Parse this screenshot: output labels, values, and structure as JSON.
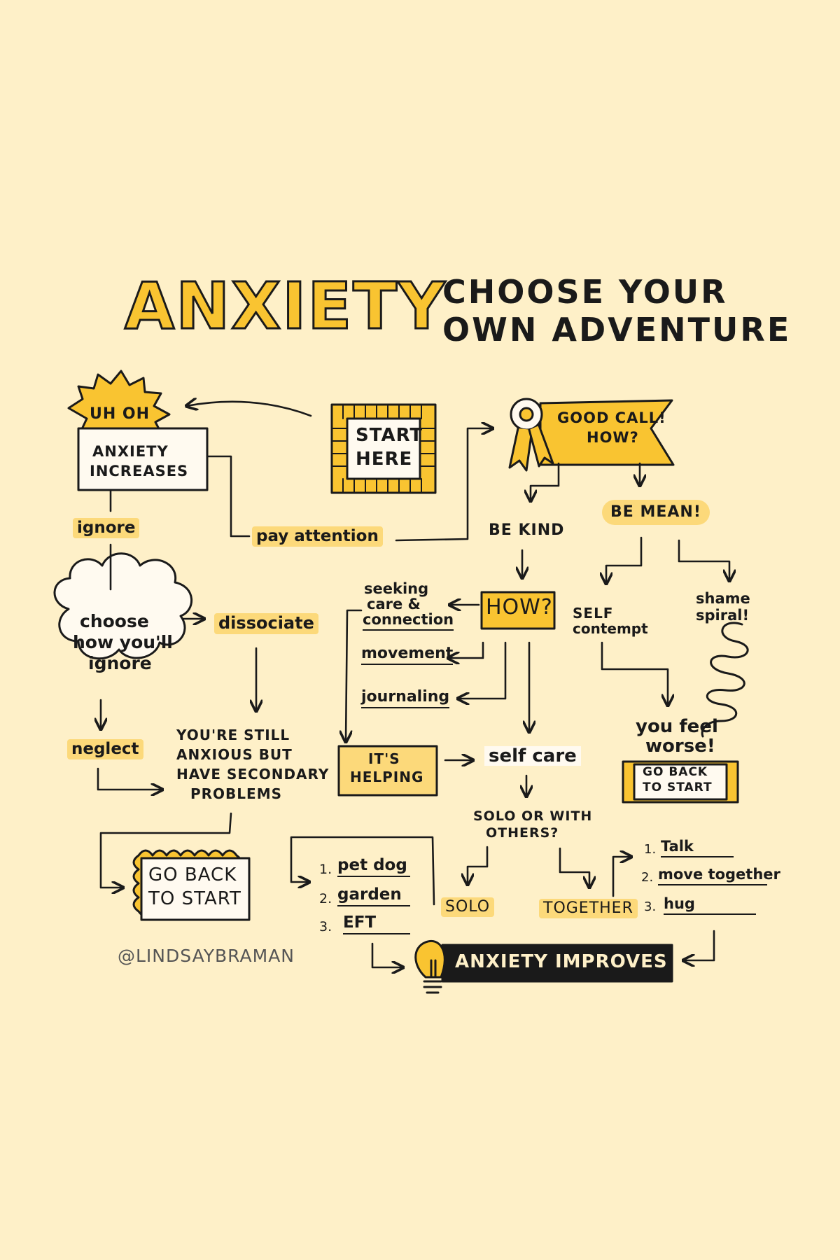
{
  "title": {
    "main": "ANXIETY",
    "sub_line1": "CHOOSE YOUR",
    "sub_line2": "OWN ADVENTURE"
  },
  "nodes": {
    "uh_oh": "UH OH",
    "anxiety_increases_1": "ANXIETY",
    "anxiety_increases_2": "INCREASES",
    "start_here_1": "START",
    "start_here_2": "HERE",
    "good_call_1": "GOOD CALL!",
    "good_call_2": "HOW?",
    "ignore": "ignore",
    "pay_attention": "pay attention",
    "be_kind": "BE KIND",
    "be_mean": "BE MEAN!",
    "choose_1": "choose",
    "choose_2": "how you'll",
    "choose_3": "ignore",
    "dissociate": "dissociate",
    "seeking_1": "seeking",
    "seeking_2": "care &",
    "seeking_3": "connection",
    "how": "HOW?",
    "self_contempt_1": "SELF",
    "self_contempt_2": "contempt",
    "shame_1": "shame",
    "shame_2": "spiral!",
    "movement": "movement",
    "journaling": "journaling",
    "neglect": "neglect",
    "still_anxious_1": "YOU'RE STILL",
    "still_anxious_2": "ANXIOUS BUT",
    "still_anxious_3": "HAVE SECONDARY",
    "still_anxious_4": "PROBLEMS",
    "its_helping_1": "IT'S",
    "its_helping_2": "HELPING",
    "self_care": "self care",
    "feel_worse_1": "you feel",
    "feel_worse_2": "worse!",
    "go_back_small_1": "GO BACK",
    "go_back_small_2": "TO START",
    "solo_or_1": "SOLO OR WITH",
    "solo_or_2": "OTHERS?",
    "go_back_1": "GO BACK",
    "go_back_2": "TO START",
    "solo_list": [
      {
        "num": "1.",
        "text": "pet dog"
      },
      {
        "num": "2.",
        "text": "garden"
      },
      {
        "num": "3.",
        "text": "EFT"
      }
    ],
    "solo": "SOLO",
    "together": "TOGETHER",
    "together_list": [
      {
        "num": "1.",
        "text": "Talk"
      },
      {
        "num": "2.",
        "text": "move together"
      },
      {
        "num": "3.",
        "text": "hug"
      }
    ],
    "anxiety_improves": "ANXIETY IMPROVES"
  },
  "credit": "@LINDSAYBRAMAN",
  "colors": {
    "background": "#fef0c8",
    "accent_yellow": "#f9c431",
    "highlight": "#fcd97a",
    "ink": "#1a1a1a",
    "card": "#fffaf0"
  }
}
